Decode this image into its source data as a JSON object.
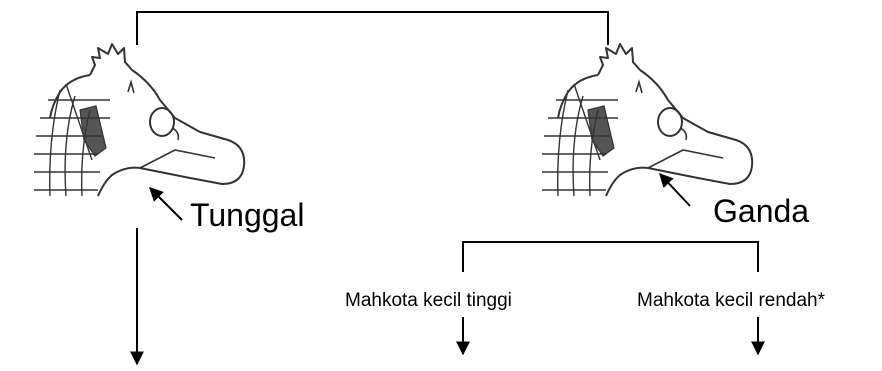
{
  "left_branch": {
    "head_icon": "seahorse-head-icon",
    "label": "Tunggal"
  },
  "right_branch": {
    "head_icon": "seahorse-head-icon",
    "label": "Ganda",
    "sub_branches": [
      {
        "label": "Mahkota kecil tinggi"
      },
      {
        "label": "Mahkota kecil rendah*"
      }
    ]
  },
  "colors": {
    "line": "#000000",
    "sketch": "#333333",
    "shading": "#555555"
  }
}
